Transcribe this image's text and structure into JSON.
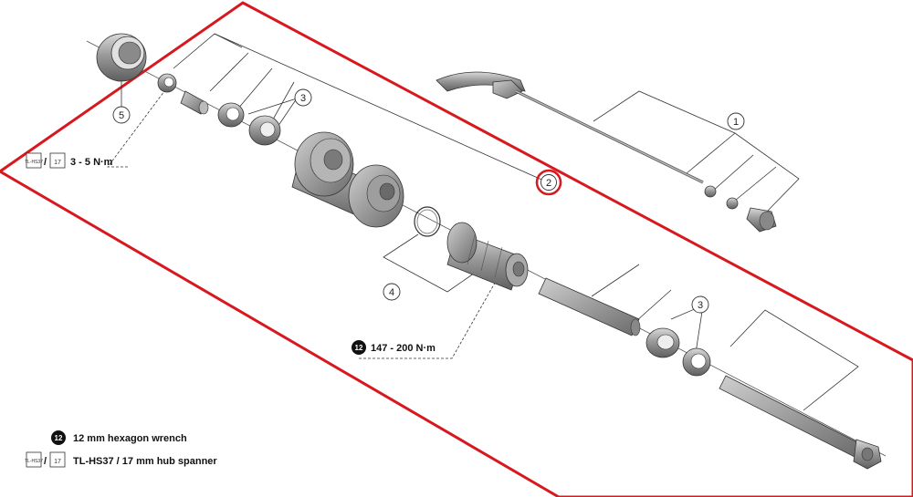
{
  "callouts": {
    "c1": "1",
    "c2": "2",
    "c3a": "3",
    "c3b": "3",
    "c4": "4",
    "c5": "5"
  },
  "torque": {
    "locknut": "3 - 5 N·m",
    "lockring": "147 - 200 N·m"
  },
  "tool_glyphs": {
    "spanner_label": "TL-HS37",
    "spanner_size": "17",
    "hex_size": "12"
  },
  "legend": {
    "hex": "12 mm hexagon wrench",
    "spanner": "TL-HS37 / 17 mm hub spanner"
  },
  "colors": {
    "highlight": "#d7191f",
    "part_dark": "#6b6b6b",
    "part_mid": "#9a9a9a",
    "part_light": "#c9c9c9",
    "line": "#333333"
  }
}
